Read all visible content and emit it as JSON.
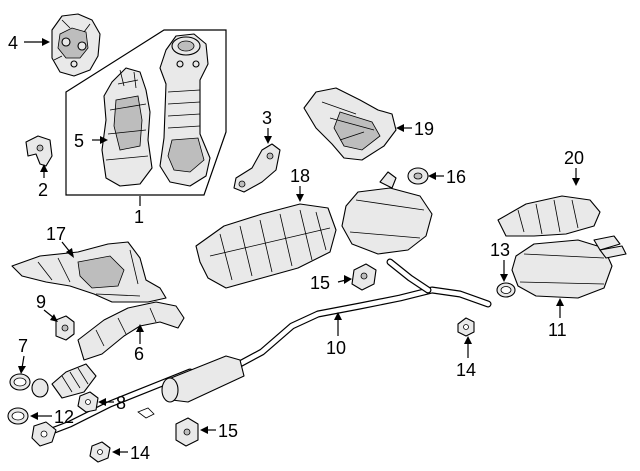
{
  "diagram": {
    "callouts": [
      {
        "id": "c4",
        "label": "4"
      },
      {
        "id": "c5",
        "label": "5"
      },
      {
        "id": "c1",
        "label": "1"
      },
      {
        "id": "c2",
        "label": "2"
      },
      {
        "id": "c3",
        "label": "3"
      },
      {
        "id": "c19",
        "label": "19"
      },
      {
        "id": "c18",
        "label": "18"
      },
      {
        "id": "c16",
        "label": "16"
      },
      {
        "id": "c20",
        "label": "20"
      },
      {
        "id": "c17",
        "label": "17"
      },
      {
        "id": "c13",
        "label": "13"
      },
      {
        "id": "c15a",
        "label": "15"
      },
      {
        "id": "c9",
        "label": "9"
      },
      {
        "id": "c11",
        "label": "11"
      },
      {
        "id": "c7",
        "label": "7"
      },
      {
        "id": "c6",
        "label": "6"
      },
      {
        "id": "c10",
        "label": "10"
      },
      {
        "id": "c14a",
        "label": "14"
      },
      {
        "id": "c8",
        "label": "8"
      },
      {
        "id": "c12",
        "label": "12"
      },
      {
        "id": "c15b",
        "label": "15"
      },
      {
        "id": "c14b",
        "label": "14"
      }
    ]
  }
}
